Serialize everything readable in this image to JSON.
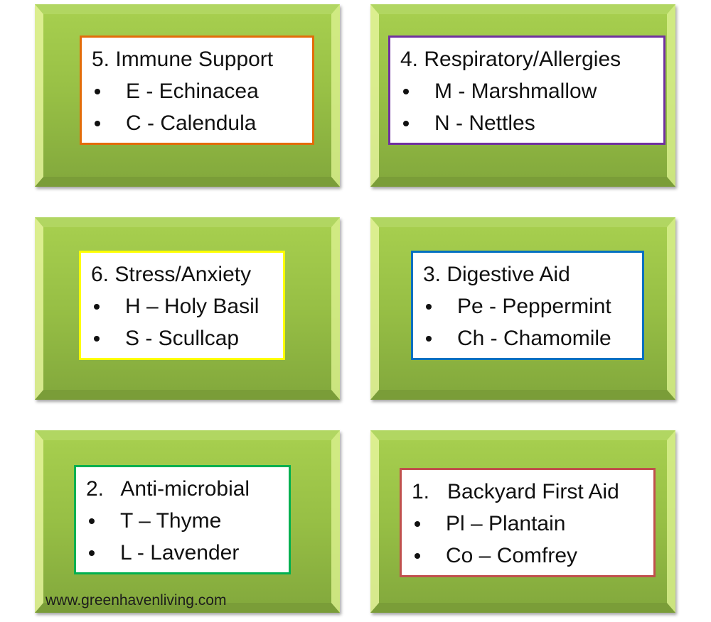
{
  "tiles": [
    {
      "title": "5. Immune Support",
      "border_color": "#e36c0a",
      "items": [
        "E - Echinacea",
        "C - Calendula"
      ]
    },
    {
      "title": "4. Respiratory/Allergies",
      "border_color": "#7030a0",
      "items": [
        "M - Marshmallow",
        "N - Nettles"
      ]
    },
    {
      "title": "6. Stress/Anxiety",
      "border_color": "#ffff00",
      "items": [
        "H – Holy Basil",
        "S - Scullcap"
      ]
    },
    {
      "title": "3. Digestive Aid",
      "border_color": "#0070c0",
      "items": [
        "Pe - Peppermint",
        "Ch - Chamomile"
      ]
    },
    {
      "title": "2.   Anti-microbial",
      "border_color": "#00b050",
      "items": [
        "T – Thyme",
        "L - Lavender"
      ]
    },
    {
      "title": "1.   Backyard First Aid",
      "border_color": "#c0504d",
      "items": [
        "Pl – Plantain",
        "Co – Comfrey"
      ]
    }
  ],
  "footer": {
    "website": "www.greenhavenliving.com"
  },
  "colors": {
    "tile_green": "#98c044",
    "tile_bevel_light": "#e6f59c"
  }
}
